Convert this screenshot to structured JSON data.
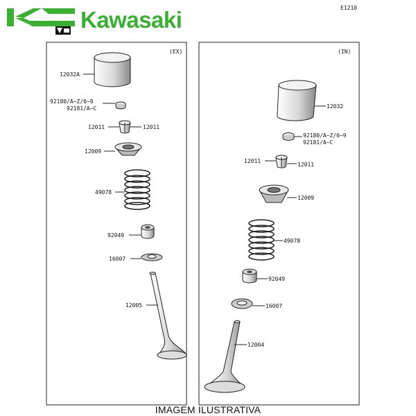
{
  "header": {
    "brand": "Kawasaki",
    "diagram_code": "E1210"
  },
  "colors": {
    "brand_green": "#39b030",
    "line": "#222222"
  },
  "panels": [
    {
      "id": "ex",
      "tag": "(EX)",
      "labels": [
        "12032A",
        "92180/A~Z/0~9",
        "92181/A~C",
        "12011",
        "12011",
        "12009",
        "49078",
        "92049",
        "16007",
        "12005"
      ]
    },
    {
      "id": "in",
      "tag": "(IN)",
      "labels": [
        "12032",
        "92180/A~Z/0~9",
        "92181/A~C",
        "12011",
        "12011",
        "12009",
        "49078",
        "92049",
        "16007",
        "12004"
      ]
    }
  ],
  "caption": "IMAGEM ILUSTRATIVA"
}
